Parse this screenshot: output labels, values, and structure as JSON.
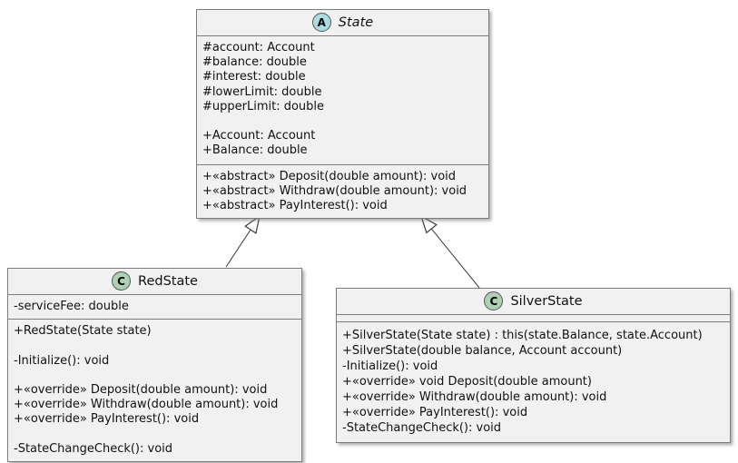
{
  "diagram": {
    "type": "uml-class-diagram",
    "colors": {
      "box_fill": "#F1F1F1",
      "box_border": "#7b7b7b",
      "abstract_spot": "#A9DCDF",
      "class_spot": "#ADD1B2",
      "arrow": "#3a3a3a",
      "text": "#111111"
    },
    "classes": [
      {
        "id": "state",
        "spot_letter": "A",
        "spot_kind": "abstract",
        "spot_color": "#A9DCDF",
        "name": "State",
        "attributes": [
          "#account: Account",
          "#balance: double",
          "#interest: double",
          "#lowerLimit: double",
          "#upperLimit: double",
          "",
          "+Account: Account",
          "+Balance: double"
        ],
        "methods": [
          "+«abstract» Deposit(double amount): void",
          "+«abstract» Withdraw(double amount): void",
          "+«abstract» PayInterest(): void"
        ]
      },
      {
        "id": "redstate",
        "spot_letter": "C",
        "spot_kind": "class",
        "spot_color": "#ADD1B2",
        "name": "RedState",
        "attributes": [
          "-serviceFee: double"
        ],
        "methods": [
          "+RedState(State state)",
          "",
          "-Initialize(): void",
          "",
          "+«override» Deposit(double amount): void",
          "+«override» Withdraw(double amount): void",
          "+«override» PayInterest(): void",
          "",
          "-StateChangeCheck(): void"
        ]
      },
      {
        "id": "silverstate",
        "spot_letter": "C",
        "spot_kind": "class",
        "spot_color": "#ADD1B2",
        "name": "SilverState",
        "attributes": [],
        "methods": [
          "+SilverState(State state) : this(state.Balance, state.Account)",
          "+SilverState(double balance, Account account)",
          "-Initialize(): void",
          "+«override» void Deposit(double amount)",
          "+«override» Withdraw(double amount): void",
          "+«override» PayInterest(): void",
          "-StateChangeCheck(): void"
        ]
      }
    ],
    "relations": [
      {
        "from": "RedState",
        "to": "State",
        "type": "extends"
      },
      {
        "from": "SilverState",
        "to": "State",
        "type": "extends"
      }
    ]
  }
}
